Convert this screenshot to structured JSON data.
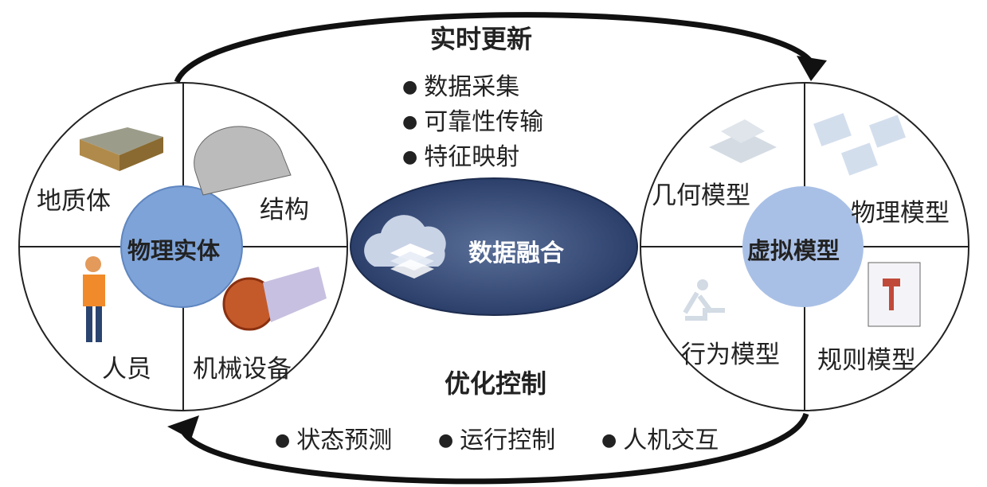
{
  "top_cycle": {
    "title": "实时更新",
    "items": [
      "数据采集",
      "可靠性传输",
      "特征映射"
    ]
  },
  "bottom_cycle": {
    "title": "优化控制",
    "items": [
      "状态预测",
      "运行控制",
      "人机交互"
    ]
  },
  "center": {
    "label": "数据融合",
    "icon": "cloud-layers-icon"
  },
  "physical": {
    "label": "物理实体",
    "quadrants": [
      "地质体",
      "结构",
      "人员",
      "机械设备"
    ]
  },
  "virtual": {
    "label": "虚拟模型",
    "quadrants": [
      "几何模型",
      "物理模型",
      "行为模型",
      "规则模型"
    ]
  },
  "colors": {
    "center_fill": "#2e4470",
    "physical_core": "#7ea3d8",
    "virtual_core": "#a9c0e6",
    "arrow": "#111111"
  }
}
